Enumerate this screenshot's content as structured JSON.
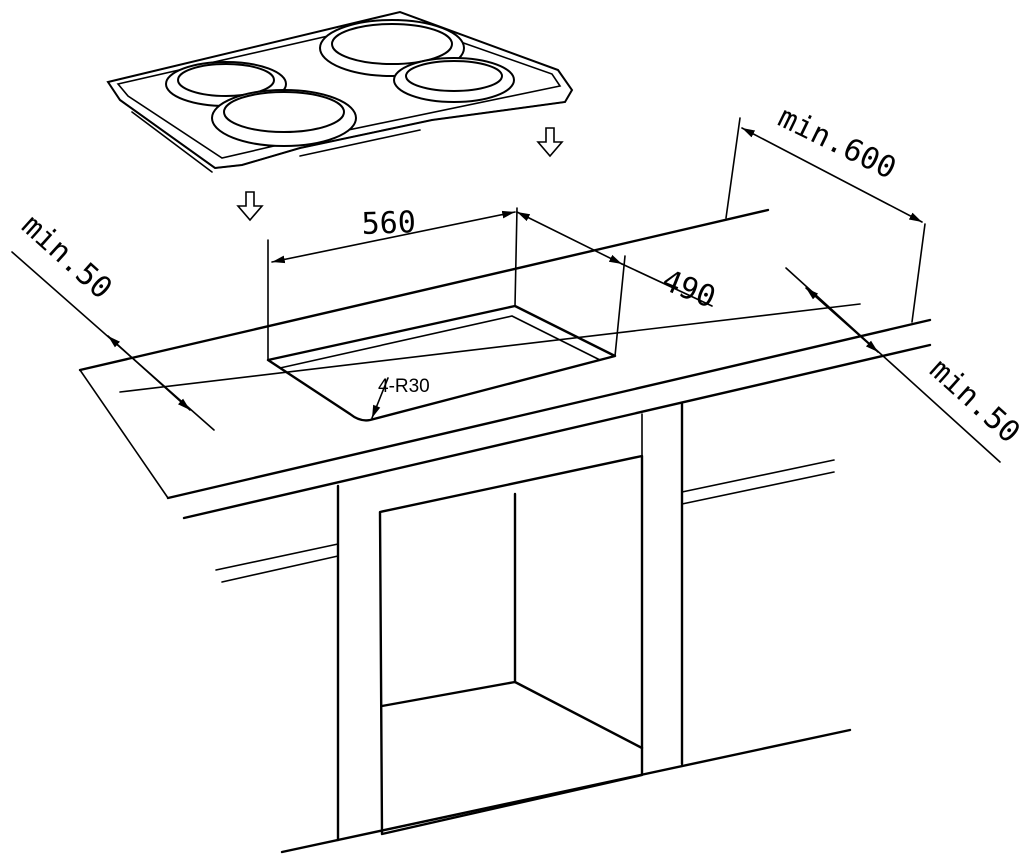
{
  "dimensions": {
    "cutout_width": "560",
    "cutout_depth": "490",
    "corner_radius": "4-R30",
    "min_back": "min.600",
    "min_left": "min.50",
    "min_right": "min.50"
  },
  "icons": {
    "insert_arrow": "down-arrow-icon",
    "hob": "hob-icon"
  },
  "colors": {
    "line": "#000000",
    "background": "#ffffff"
  }
}
